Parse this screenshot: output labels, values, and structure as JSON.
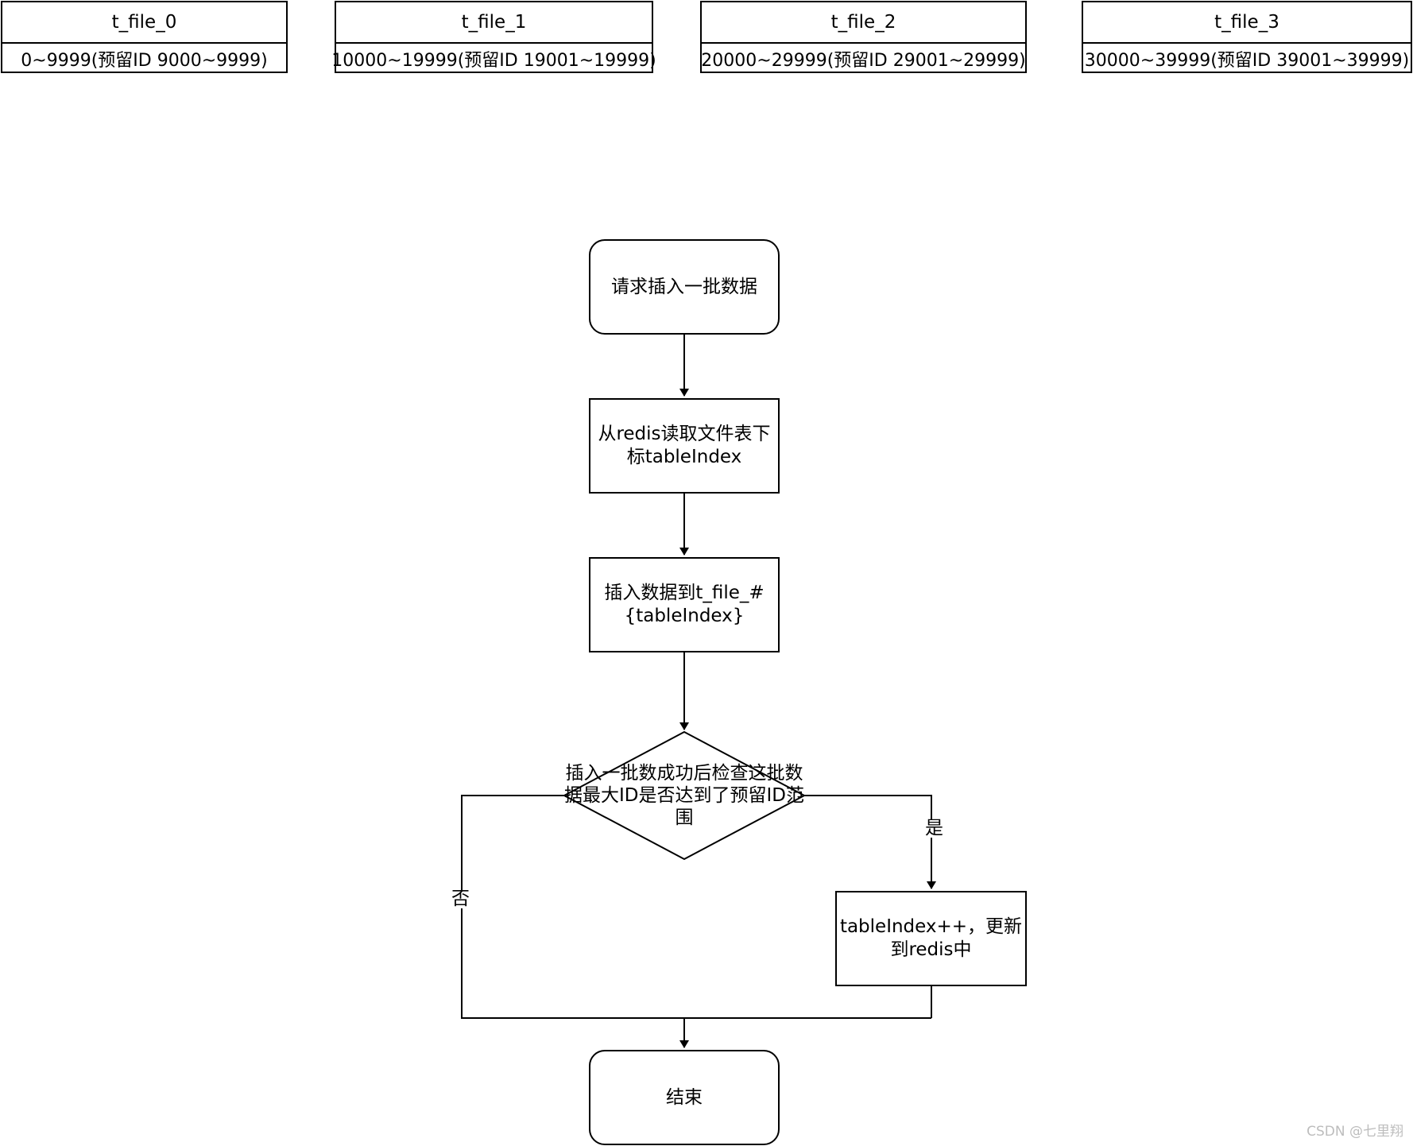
{
  "tables": [
    {
      "name": "t_file_0",
      "range": "0~9999(预留ID 9000~9999)"
    },
    {
      "name": "t_file_1",
      "range": "10000~19999(预留ID 19001~19999)"
    },
    {
      "name": "t_file_2",
      "range": "20000~29999(预留ID 29001~29999)"
    },
    {
      "name": "t_file_3",
      "range": "30000~39999(预留ID 39001~39999)"
    }
  ],
  "flow": {
    "start": "请求插入一批数据",
    "read_index": "从redis读取文件表下标tableIndex",
    "insert": "插入数据到t_file_#{tableIndex}",
    "decision": "插入一批数成功后检查这批数据最大ID是否达到了预留ID范围",
    "increment": "tableIndex++，更新到redis中",
    "end": "结束",
    "yes_label": "是",
    "no_label": "否"
  },
  "watermark": "CSDN @七里翔"
}
